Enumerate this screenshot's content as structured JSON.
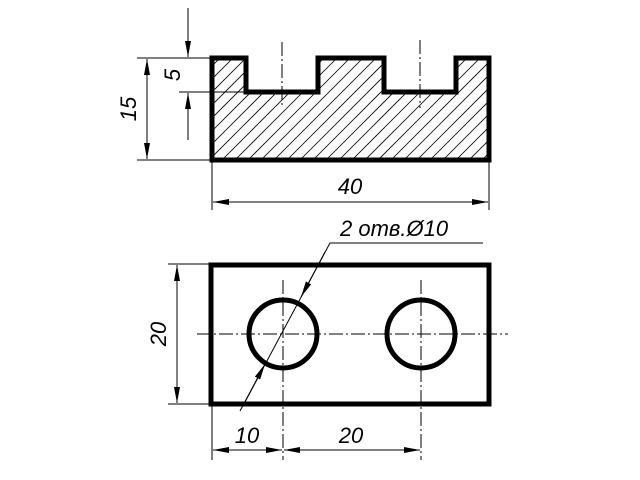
{
  "drawing": {
    "section_view": {
      "dim_height": "15",
      "dim_slot_depth": "5",
      "dim_width": "40"
    },
    "plan_view": {
      "dim_height": "20",
      "dim_hole_offset": "10",
      "dim_hole_spacing": "20",
      "hole_callout": "2 отв.Ø10"
    }
  }
}
